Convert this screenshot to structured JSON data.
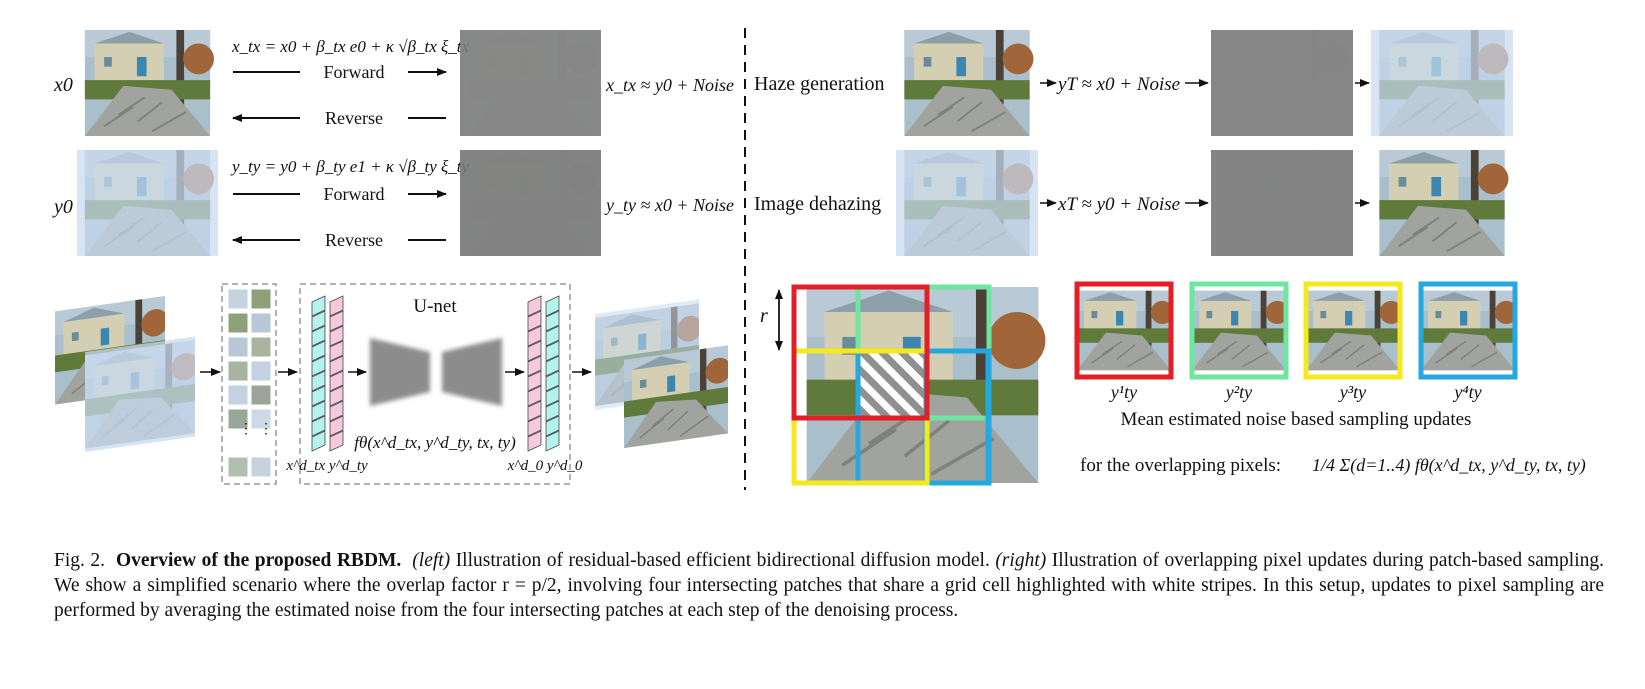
{
  "left": {
    "x0_label": "x0",
    "y0_label": "y0",
    "eq_x": "x_tx = x0 + β_tx e0 + κ √β_tx ξ_tx",
    "eq_y": "y_ty = y0 + β_ty e1 + κ √β_ty ξ_ty",
    "forward_label": "Forward",
    "reverse_label": "Reverse",
    "approx_x": "x_tx ≈ y0 + Noise",
    "approx_y": "y_ty ≈ x0 + Noise",
    "unet_title": "U-net",
    "unet_formula": "fθ(x^d_tx, y^d_ty, tx, ty)",
    "in_label": "x^d_tx y^d_ty",
    "out_label": "x^d_0 y^d_0"
  },
  "right": {
    "haze_gen_label": "Haze generation",
    "dehaze_label": "Image dehazing",
    "yT_eq": "yT ≈ x0 + Noise",
    "xT_eq": "xT ≈ y0 + Noise",
    "r_label": "r",
    "patch_labels": [
      "y¹ty",
      "y²ty",
      "y³ty",
      "y⁴ty"
    ],
    "mean_text": "Mean estimated noise based sampling updates",
    "overlap_text": "for the overlapping pixels:",
    "overlap_formula": "1/4 Σ(d=1..4) fθ(x^d_tx, y^d_ty, tx, ty)"
  },
  "colors": {
    "patch_red": "#e41e26",
    "patch_green": "#6ee6a0",
    "patch_yellow": "#f5e81c",
    "patch_blue": "#23a8e0",
    "feature_cyan": "#b4f2ee",
    "feature_pink": "#f7c9dc"
  },
  "caption": {
    "fig": "Fig. 2.",
    "title": "Overview of the proposed RBDM.",
    "left_tag": "(left)",
    "left_text": "Illustration of residual-based efficient bidirectional diffusion model.",
    "right_tag": "(right)",
    "right_text": "Illustration of overlapping pixel updates during patch-based sampling. We show a simplified scenario where the overlap factor r = p/2, involving four intersecting patches that share a grid cell highlighted with white stripes. In this setup, updates to pixel sampling are performed by averaging the estimated noise from the four intersecting patches at each step of the denoising process."
  }
}
